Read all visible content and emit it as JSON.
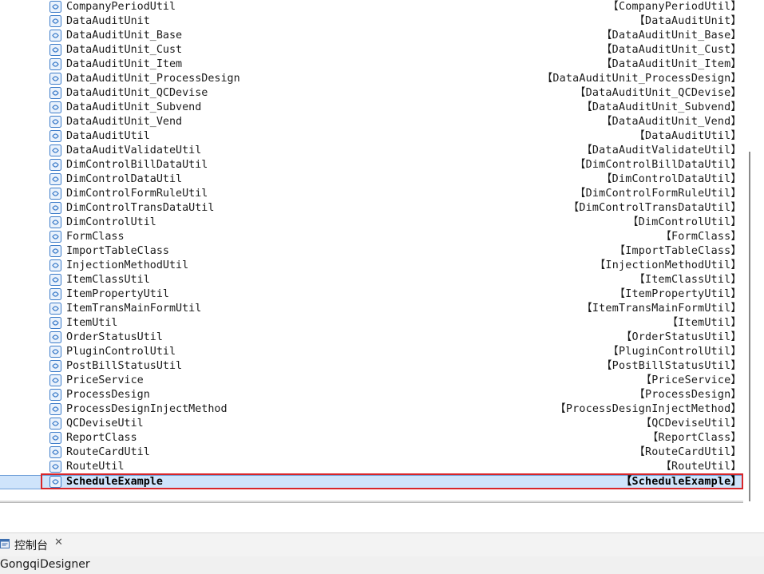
{
  "class_list": {
    "items": [
      {
        "name": "CompanyPeriodUtil",
        "tag": "【CompanyPeriodUtil】"
      },
      {
        "name": "DataAuditUnit",
        "tag": "【DataAuditUnit】"
      },
      {
        "name": "DataAuditUnit_Base",
        "tag": "【DataAuditUnit_Base】"
      },
      {
        "name": "DataAuditUnit_Cust",
        "tag": "【DataAuditUnit_Cust】"
      },
      {
        "name": "DataAuditUnit_Item",
        "tag": "【DataAuditUnit_Item】"
      },
      {
        "name": "DataAuditUnit_ProcessDesign",
        "tag": "【DataAuditUnit_ProcessDesign】"
      },
      {
        "name": "DataAuditUnit_QCDevise",
        "tag": "【DataAuditUnit_QCDevise】"
      },
      {
        "name": "DataAuditUnit_Subvend",
        "tag": "【DataAuditUnit_Subvend】"
      },
      {
        "name": "DataAuditUnit_Vend",
        "tag": "【DataAuditUnit_Vend】"
      },
      {
        "name": "DataAuditUtil",
        "tag": "【DataAuditUtil】"
      },
      {
        "name": "DataAuditValidateUtil",
        "tag": "【DataAuditValidateUtil】"
      },
      {
        "name": "DimControlBillDataUtil",
        "tag": "【DimControlBillDataUtil】"
      },
      {
        "name": "DimControlDataUtil",
        "tag": "【DimControlDataUtil】"
      },
      {
        "name": "DimControlFormRuleUtil",
        "tag": "【DimControlFormRuleUtil】"
      },
      {
        "name": "DimControlTransDataUtil",
        "tag": "【DimControlTransDataUtil】"
      },
      {
        "name": "DimControlUtil",
        "tag": "【DimControlUtil】"
      },
      {
        "name": "FormClass",
        "tag": "【FormClass】"
      },
      {
        "name": "ImportTableClass",
        "tag": "【ImportTableClass】"
      },
      {
        "name": "InjectionMethodUtil",
        "tag": "【InjectionMethodUtil】"
      },
      {
        "name": "ItemClassUtil",
        "tag": "【ItemClassUtil】"
      },
      {
        "name": "ItemPropertyUtil",
        "tag": "【ItemPropertyUtil】"
      },
      {
        "name": "ItemTransMainFormUtil",
        "tag": "【ItemTransMainFormUtil】"
      },
      {
        "name": "ItemUtil",
        "tag": "【ItemUtil】"
      },
      {
        "name": "OrderStatusUtil",
        "tag": "【OrderStatusUtil】"
      },
      {
        "name": "PluginControlUtil",
        "tag": "【PluginControlUtil】"
      },
      {
        "name": "PostBillStatusUtil",
        "tag": "【PostBillStatusUtil】"
      },
      {
        "name": "PriceService",
        "tag": "【PriceService】"
      },
      {
        "name": "ProcessDesign",
        "tag": "【ProcessDesign】"
      },
      {
        "name": "ProcessDesignInjectMethod",
        "tag": "【ProcessDesignInjectMethod】"
      },
      {
        "name": "QCDeviseUtil",
        "tag": "【QCDeviseUtil】"
      },
      {
        "name": "ReportClass",
        "tag": "【ReportClass】"
      },
      {
        "name": "RouteCardUtil",
        "tag": "【RouteCardUtil】"
      },
      {
        "name": "RouteUtil",
        "tag": "【RouteUtil】"
      },
      {
        "name": "ScheduleExample",
        "tag": "【ScheduleExample】",
        "selected": true
      }
    ]
  },
  "console_tab": {
    "label": "控制台",
    "close": "✕"
  },
  "status_bar": {
    "text": "GongqiDesigner"
  },
  "colors": {
    "selection_bg": "#cfe4fb",
    "selection_border": "#6f9fd8",
    "highlight_box": "#d8262a",
    "icon_blue": "#3d7cc9"
  },
  "icons": {
    "class_item": "java-class-icon",
    "console": "console-view-icon",
    "view_menu": "view-menu-icon"
  }
}
